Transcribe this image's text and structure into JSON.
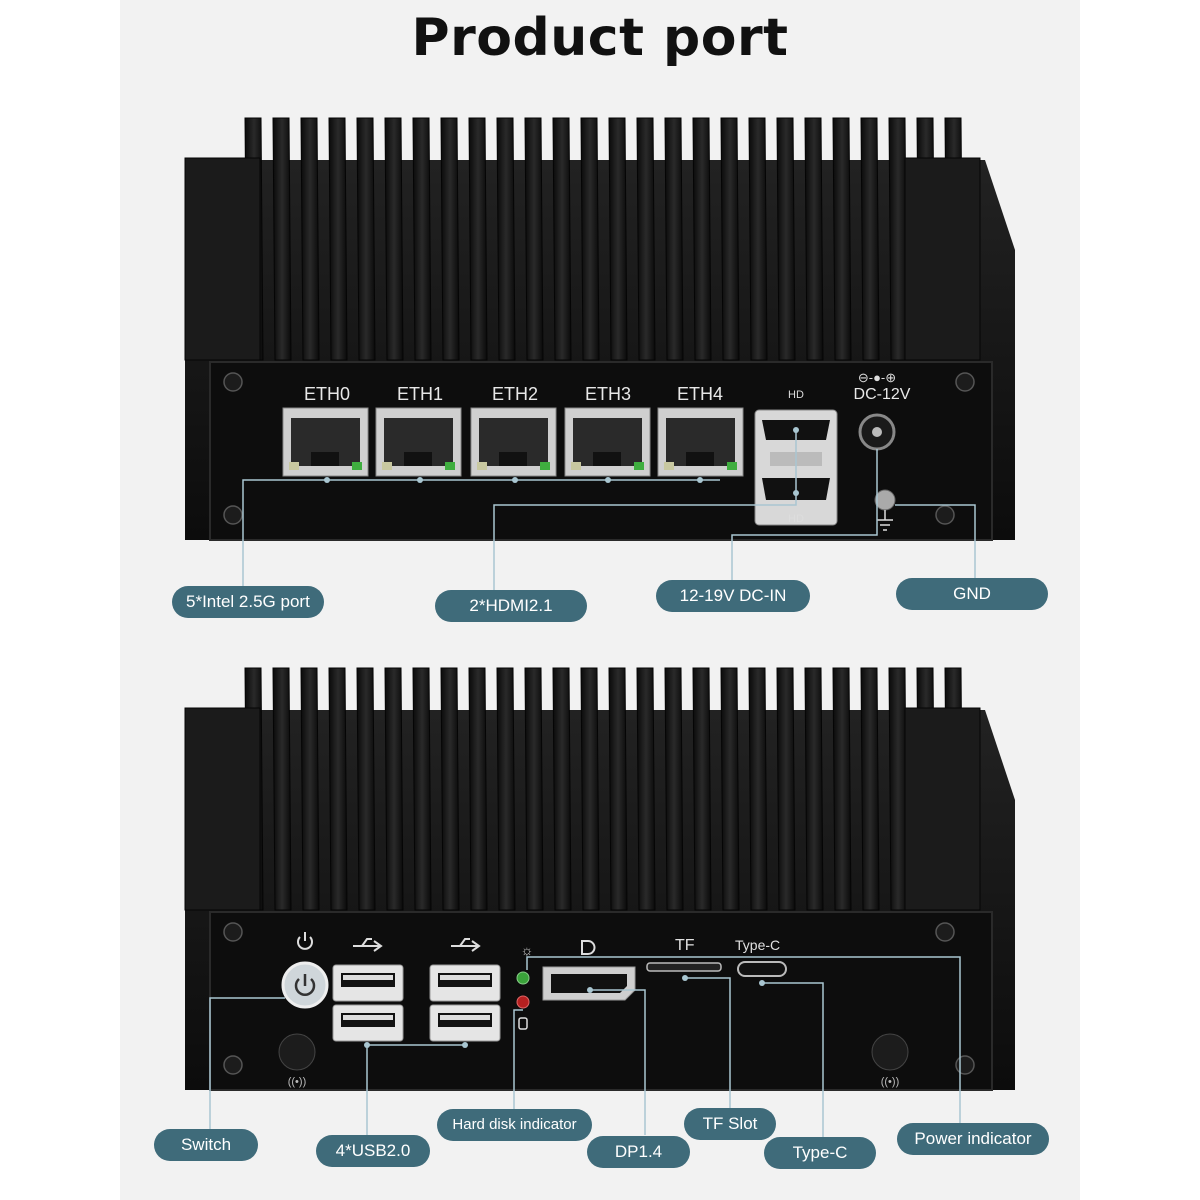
{
  "title": "Product port",
  "eth_labels": [
    "ETH0",
    "ETH1",
    "ETH2",
    "ETH3",
    "ETH4"
  ],
  "dc_label": "DC-12V",
  "tf_label": "TF",
  "typec_label": "Type-C",
  "callouts_top": {
    "eth": "5*Intel 2.5G port",
    "hdmi": "2*HDMI2.1",
    "dc": "12-19V DC-IN",
    "gnd": "GND"
  },
  "callouts_bottom": {
    "switch": "Switch",
    "usb": "4*USB2.0",
    "hdd": "Hard disk indicator",
    "dp": "DP1.4",
    "tf": "TF Slot",
    "typec": "Type-C",
    "power": "Power indicator"
  },
  "icons": [
    "power-icon",
    "usb-icon",
    "displayport-icon",
    "hdmi-icon",
    "ground-icon",
    "antenna-icon",
    "led-icon",
    "disk-icon"
  ],
  "colors": {
    "accent": "#3f6b7a",
    "device": "#141414",
    "panel": "#0d0d0d"
  }
}
